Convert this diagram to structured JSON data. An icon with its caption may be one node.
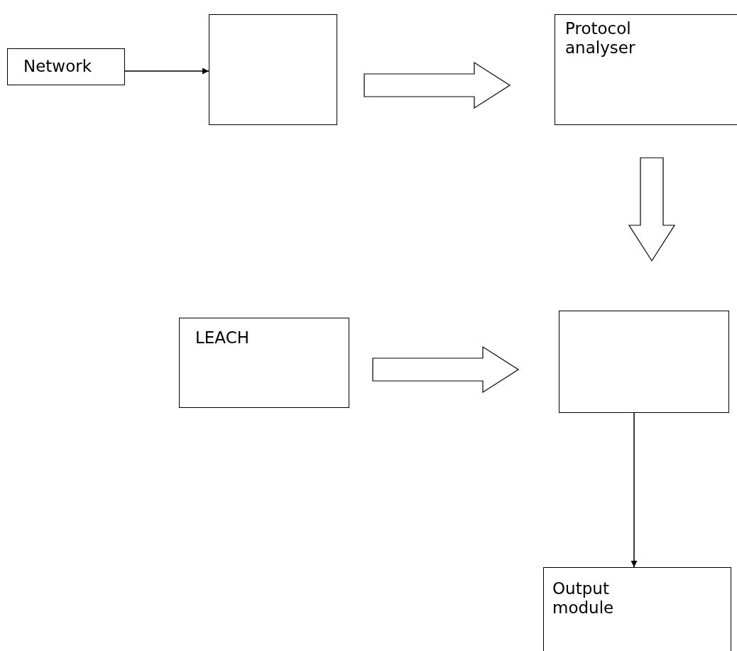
{
  "diagram": {
    "nodes": [
      {
        "text": [
          "Network"
        ]
      },
      {
        "text": [],
        "shape": "box"
      },
      {
        "text": [
          "Protocol analyser"
        ]
      },
      {
        "text": [
          "LEACH"
        ]
      },
      {
        "text": [],
        "shape": "box"
      },
      {
        "text": [
          "Output module"
        ]
      }
    ],
    "edges": [
      {
        "from": 0,
        "to": 1,
        "arrow": "to"
      },
      {
        "from": 1,
        "to": 2,
        "arrow": "to",
        "style": "thick"
      },
      {
        "from": 2,
        "to": 4,
        "arrow": "to",
        "style": "thick"
      },
      {
        "from": 3,
        "to": 4,
        "arrow": "to",
        "style": "thick"
      },
      {
        "from": 4,
        "to": 5,
        "arrow": "to"
      }
    ]
  }
}
